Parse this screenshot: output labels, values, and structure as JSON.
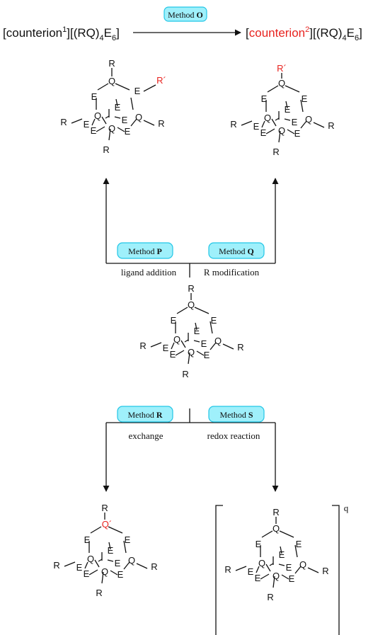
{
  "equation": {
    "left": {
      "bracket_open": "[",
      "counterion": "counterion",
      "sup": "1",
      "bracket_close": "]",
      "formula_prefix": "[(RQ)",
      "sub1": "4",
      "formula_mid": "E",
      "sub2": "6",
      "formula_end": "]"
    },
    "right": {
      "bracket_open": "[",
      "counterion": "counterion",
      "sup": "2",
      "bracket_close": "]",
      "formula_prefix": "[(RQ)",
      "sub1": "4",
      "formula_mid": "E",
      "sub2": "6",
      "formula_end": "]"
    }
  },
  "methods": {
    "O": {
      "word": "Method",
      "letter": "O"
    },
    "P": {
      "word": "Method",
      "letter": "P",
      "caption": "ligand addition"
    },
    "Q": {
      "word": "Method",
      "letter": "Q",
      "caption": "R modification"
    },
    "R": {
      "word": "Method",
      "letter": "R",
      "caption": "exchange"
    },
    "S": {
      "word": "Method",
      "letter": "S",
      "caption": "redox reaction"
    }
  },
  "atoms": {
    "Q": "Q",
    "E": "E",
    "R": "R",
    "Rprime": "R´",
    "Qprime": "Q´"
  },
  "charge": "q",
  "colors": {
    "highlight": "#e8231f",
    "badge_fill": "#9ff0fb",
    "badge_border": "#23c6e6"
  }
}
